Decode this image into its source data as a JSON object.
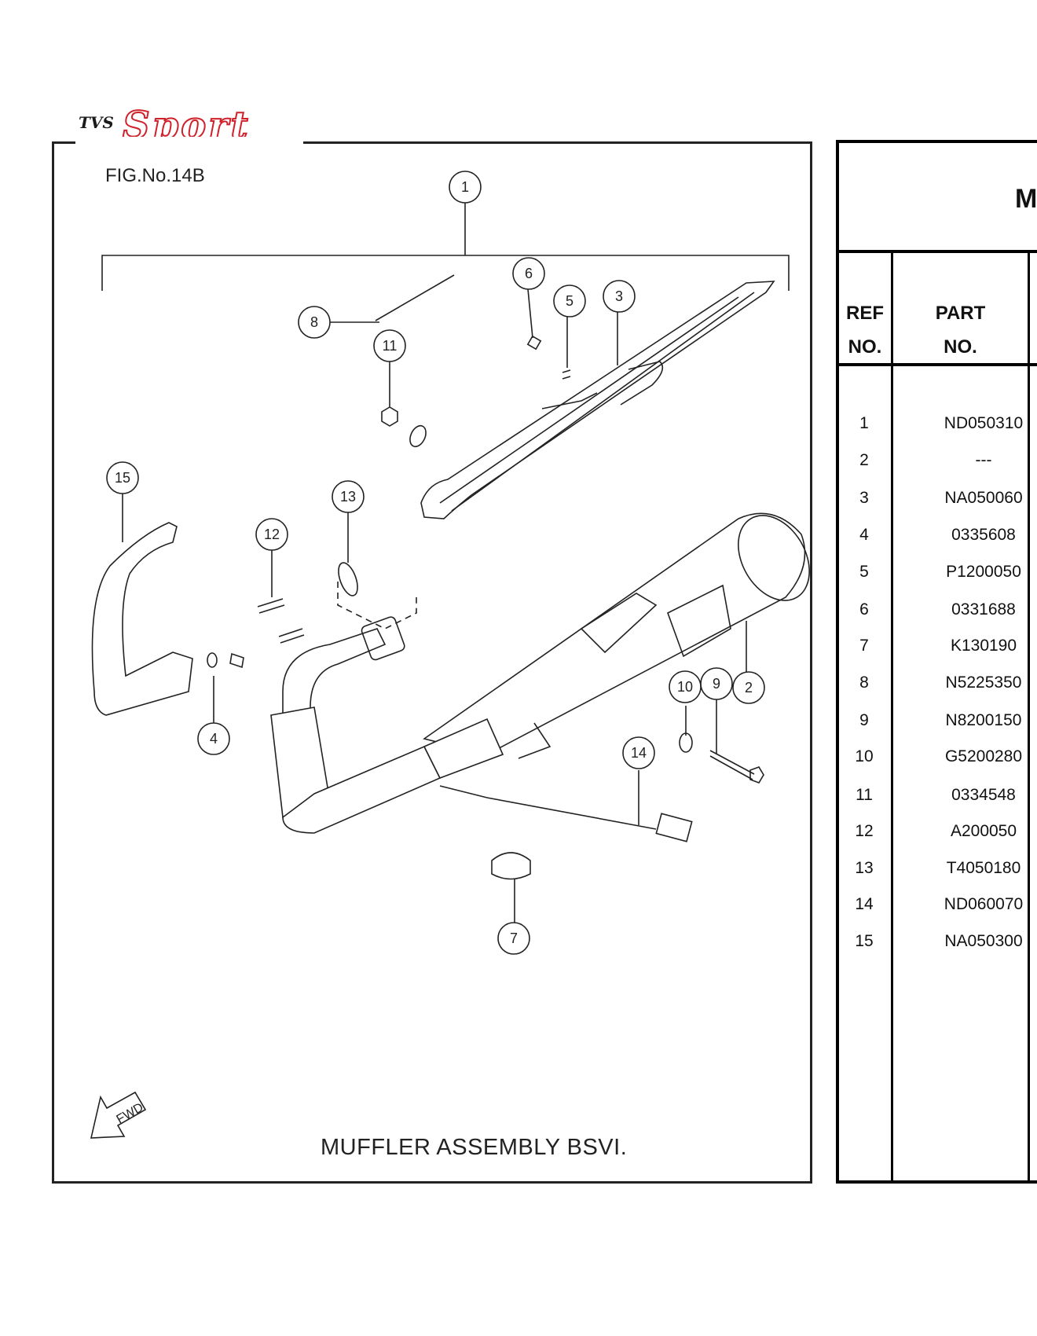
{
  "brand": {
    "small": "TVS",
    "large": "Sport"
  },
  "figure": {
    "number": "FIG.No.14B",
    "caption": "MUFFLER ASSEMBLY BSVI.",
    "fwd_label": "FWD",
    "callouts": [
      "1",
      "2",
      "3",
      "4",
      "5",
      "6",
      "7",
      "8",
      "9",
      "10",
      "11",
      "12",
      "13",
      "14",
      "15"
    ]
  },
  "table": {
    "title": "M",
    "col_ref_line1": "REF",
    "col_ref_line2": "NO.",
    "col_part_line1": "PART",
    "col_part_line2": "NO.",
    "rows": [
      {
        "ref": "1",
        "part": "ND050310"
      },
      {
        "ref": "2",
        "part": "---"
      },
      {
        "ref": "3",
        "part": "NA050060"
      },
      {
        "ref": "4",
        "part": "0335608"
      },
      {
        "ref": "5",
        "part": "P1200050"
      },
      {
        "ref": "6",
        "part": "0331688"
      },
      {
        "ref": "7",
        "part": "K130190"
      },
      {
        "ref": "8",
        "part": "N5225350"
      },
      {
        "ref": "9",
        "part": "N8200150"
      },
      {
        "ref": "10",
        "part": "G5200280"
      },
      {
        "ref": "11",
        "part": "0334548"
      },
      {
        "ref": "12",
        "part": "A200050"
      },
      {
        "ref": "13",
        "part": "T4050180"
      },
      {
        "ref": "14",
        "part": "ND060070"
      },
      {
        "ref": "15",
        "part": "NA050300"
      }
    ]
  }
}
